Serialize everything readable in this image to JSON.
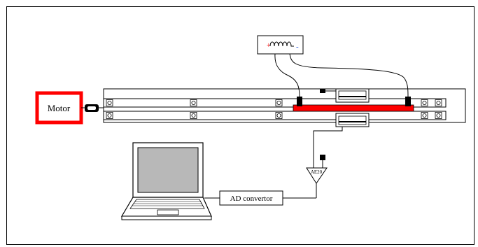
{
  "labels": {
    "motor": "Motor",
    "ad_convertor": "AD convertor",
    "amplifier": "AE20"
  },
  "colors": {
    "accent_red": "#ff0000",
    "line": "#000000",
    "screen_gray": "#b8b8b8",
    "polarity_plus": "#ff0000",
    "polarity_minus": "#1f4fd8"
  },
  "polarity": {
    "plus": "+",
    "minus": "-"
  }
}
